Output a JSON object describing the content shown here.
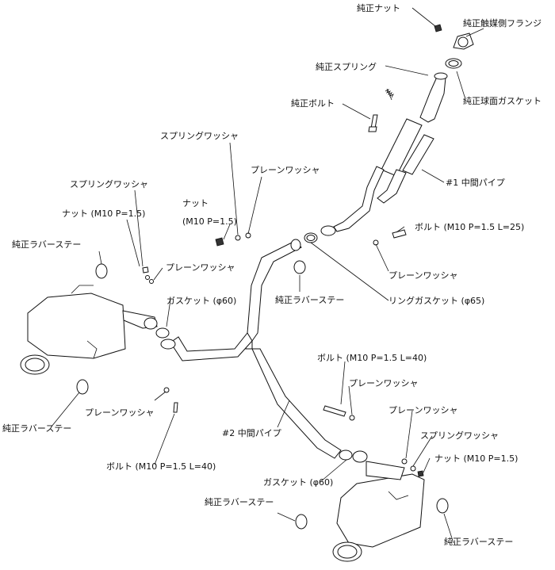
{
  "labels": {
    "genuine_nut": "純正ナット",
    "genuine_cat_flange": "純正触媒側フランジ",
    "genuine_spring": "純正スプリング",
    "genuine_spherical_gasket": "純正球面ガスケット",
    "genuine_bolt": "純正ボルト",
    "spring_washer_top": "スプリングワッシャ",
    "plain_washer_top": "プレーンワッシャ",
    "nut_center": "ナット",
    "nut_center_spec": "(M10 P=1.5)",
    "pipe1": "#1 中間パイプ",
    "spring_washer_left": "スプリングワッシャ",
    "nut_left": "ナット (M10 P=1.5)",
    "rubber_stay_left_top": "純正ラバーステー",
    "plain_washer_left": "プレーンワッシャ",
    "bolt_right_top": "ボルト (M10 P=1.5 L=25)",
    "plain_washer_right_top": "プレーンワッシャ",
    "gasket_left": "ガスケット (φ60)",
    "rubber_stay_center": "純正ラバーステー",
    "ring_gasket": "リングガスケット (φ65)",
    "bolt_right_mid": "ボルト (M10 P=1.5 L=40)",
    "plain_washer_right_mid": "プレーンワッシャ",
    "plain_washer_left_low": "プレーンワッシャ",
    "rubber_stay_left_low": "純正ラバーステー",
    "plain_washer_right_low": "プレーンワッシャ",
    "pipe2": "#2 中間パイプ",
    "spring_washer_right": "スプリングワッシャ",
    "nut_right": "ナット (M10 P=1.5)",
    "bolt_left_low": "ボルト (M10 P=1.5 L=40)",
    "gasket_right": "ガスケット (φ60)",
    "rubber_stay_right_low": "純正ラバーステー",
    "rubber_stay_right_bottom": "純正ラバーステー"
  }
}
